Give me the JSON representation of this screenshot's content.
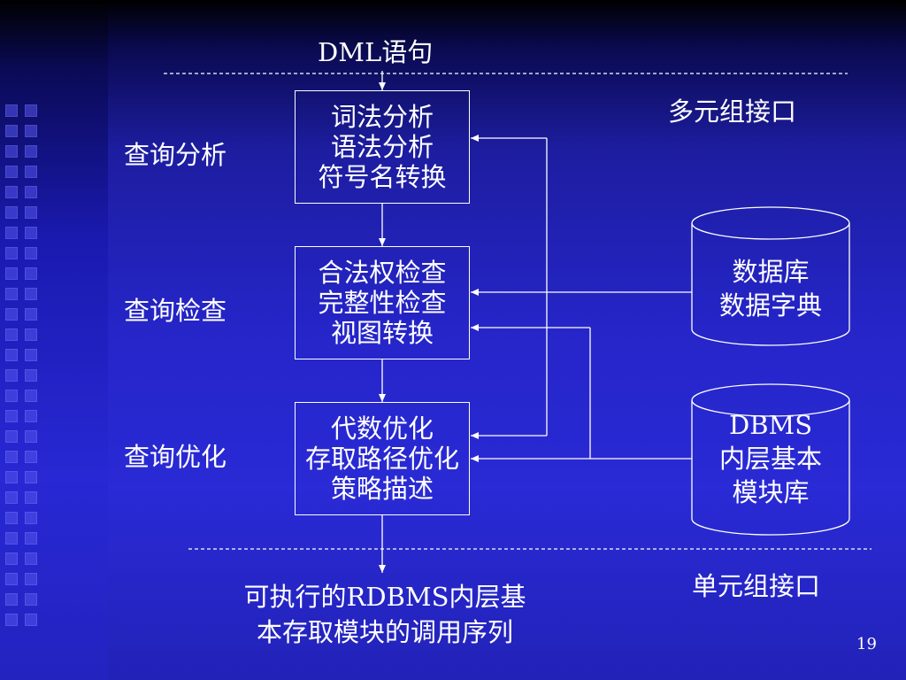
{
  "slide": {
    "top_label": "DML语句",
    "multi_tuple_interface": "多元组接口",
    "single_tuple_interface": "单元组接口",
    "page_number": "19"
  },
  "stages": [
    {
      "label": "查询分析",
      "lines": [
        "词法分析",
        "语法分析",
        "符号名转换"
      ]
    },
    {
      "label": "查询检查",
      "lines": [
        "合法权检查",
        "完整性检查",
        "视图转换"
      ]
    },
    {
      "label": "查询优化",
      "lines": [
        "代数优化",
        "存取路径优化",
        "策略描述"
      ]
    }
  ],
  "databases": [
    {
      "lines": [
        "数据库",
        "数据字典"
      ]
    },
    {
      "lines": [
        "DBMS",
        "内层基本",
        "模块库"
      ]
    }
  ],
  "output": {
    "line1": "可执行的RDBMS内层基",
    "line2": "本存取模块的调用序列"
  }
}
